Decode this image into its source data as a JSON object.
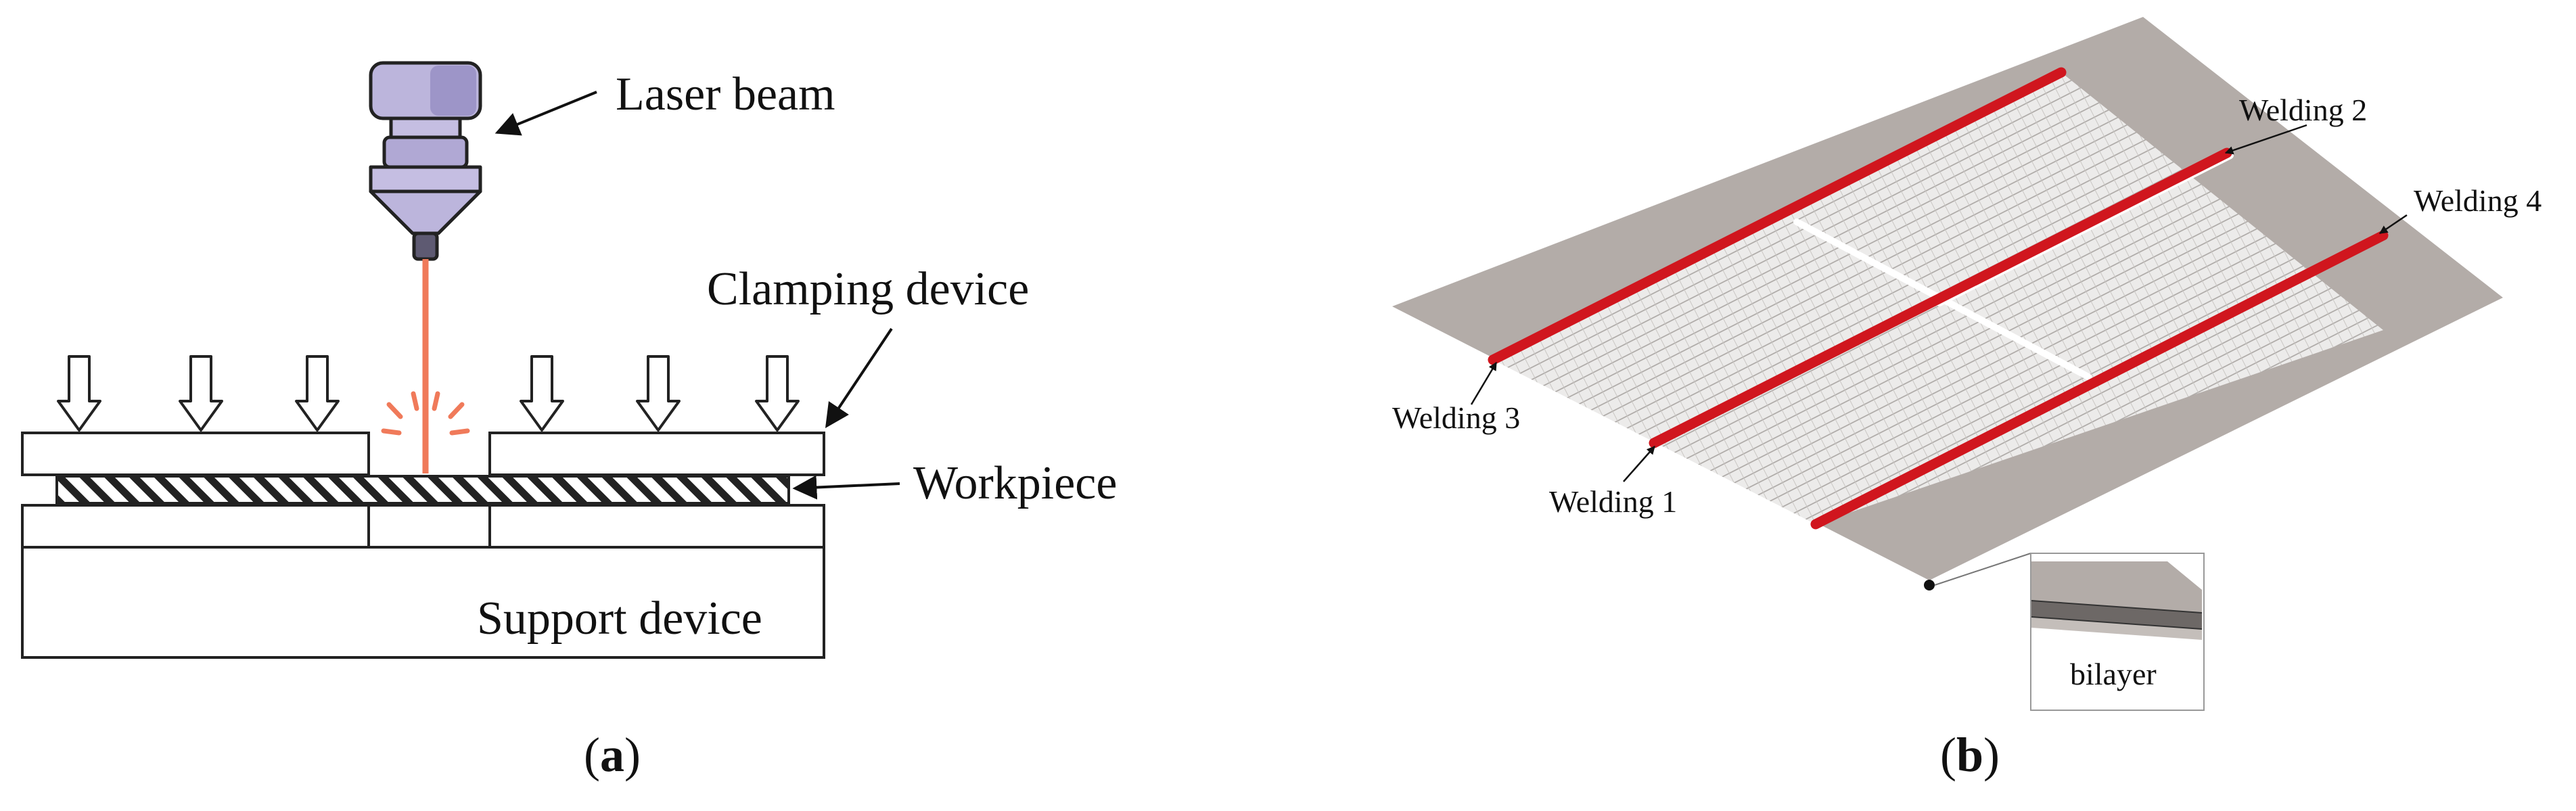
{
  "panel_a": {
    "labels": {
      "laser_beam": "Laser beam",
      "clamping_device": "Clamping device",
      "workpiece": "Workpiece",
      "support_device": "Support device"
    },
    "caption": {
      "open": "(",
      "letter": "a",
      "close": ")"
    }
  },
  "panel_b": {
    "labels": {
      "welding_1": "Welding 1",
      "welding_2": "Welding 2",
      "welding_3": "Welding 3",
      "welding_4": "Welding 4",
      "bilayer": "bilayer"
    },
    "caption": {
      "open": "(",
      "letter": "b",
      "close": ")"
    }
  },
  "colors": {
    "laser_body": "#b9b2d8",
    "laser_beam": "#f07a5a",
    "weld_line": "#d0161e",
    "plate": "#b3aca8",
    "mesh": "#e4e2e0",
    "outline": "#222222"
  }
}
